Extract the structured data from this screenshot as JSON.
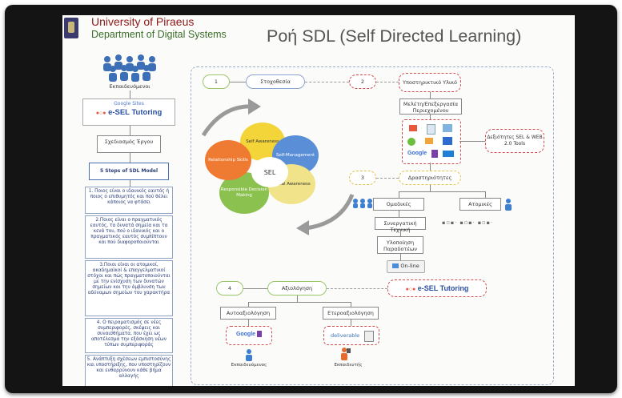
{
  "header": {
    "university": "University of Piraeus",
    "department": "Department of Digital Systems",
    "title": "Ροή SDL (Self Directed Learning)"
  },
  "left_column": {
    "learners_label": "Εκπαιδευόμενοι",
    "google_sites": "Google Sites",
    "esel_text": "e-SEL Tutoring",
    "design_label": "Σχεδιασμός Έργου",
    "steps_label": "5 Steps of SDL Model",
    "steps": [
      "1. Ποιος είναι ο ιδανικός εαυτός ή ποιος ο επιθυμητός και πού θέλει κάποιος να φτάσει",
      "2.Ποιος είναι ο πραγματικός εαυτός, τα δυνατά σημεία και τα κενά του, πού ο ιδανικός και ο πραγματικός εαυτός συμπίπτουν και πού διαφοροποιούνται",
      "3.Ποιοι είναι οι ατομικοί, ακαδημαϊκοί & επαγγελματικοί στόχοι και πώς πραγματοποιούνται με την ενίσχυση των δυνατών σημείων και την άμβλυνση των αδύναμων σημείων του χαρακτήρα",
      "4. Ο πειραματισμός σε νέες συμπεριφορές, σκέψεις και συναισθήματα, που έχει ως αποτέλεσμα την εξάσκηση νέων τύπων συμπεριφοράς",
      "5. Ανάπτυξη σχέσεων εμπιστοσύνης και υποστήριξης, που υποστηρίζουν και ενθαρρύνουν κάθε βήμα αλλαγής"
    ]
  },
  "flow": {
    "step1_num": "1",
    "step1_label": "Στοχοθεσία",
    "step2_num": "2",
    "step2_label": "Υποστηρικτικό Υλικό",
    "content_study": "Μελέτη/Επεξεργασία Περιεχομένου",
    "sel_tools": "Δεξιότητες SEL & WEB 2.0 Tools",
    "step3_num": "3",
    "step3_label": "Δραστηριότητες",
    "group_label": "Ομαδικές",
    "individual_label": "Ατομικές",
    "collab_label": "Συνεργατική Τεχνική",
    "deliverable_label": "Υλοποίηση Παραδοτέων",
    "online_label": "On-line",
    "step4_num": "4",
    "step4_label": "Αξιολόγηση",
    "esel_text": "e-SEL Tutoring",
    "self_eval": "Αυτοαξιολόγηση",
    "peer_eval": "Ετεροαξιολόγηση",
    "google_forms": "Google",
    "deliverable_card": "deliverable",
    "learner_caption": "Εκπαιδευόμενος",
    "teacher_caption": "Εκπαιδευτής"
  },
  "sel_wheel": {
    "center": "SEL",
    "self_awareness": "Self Awareness",
    "self_management": "Self-Management",
    "social_awareness": "Social Awareness",
    "responsible": "Responsible Decision Making",
    "relationship": "Relationship Skills"
  },
  "colors": {
    "wheel_yellow": "#f3d53a",
    "wheel_blue": "#5a8fd8",
    "wheel_lightyellow": "#f1e389",
    "wheel_green": "#8bc14f",
    "wheel_orange": "#ef7b32",
    "dashed_red": "#d24c4c",
    "dashed_blue": "#6b86b5"
  }
}
